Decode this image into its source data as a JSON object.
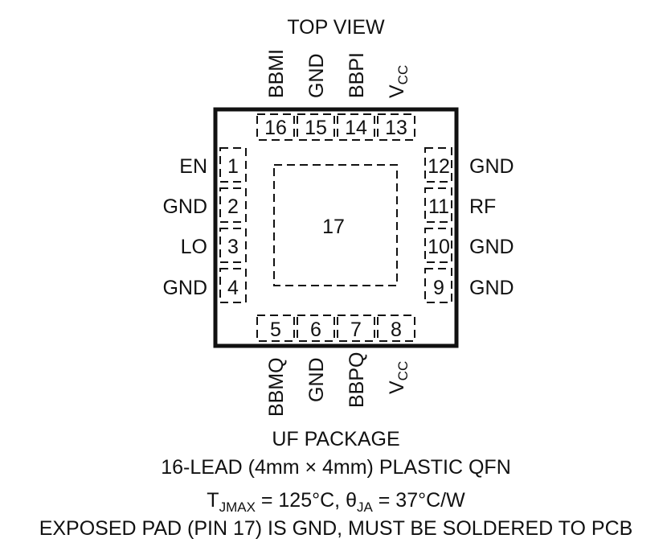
{
  "title": "TOP VIEW",
  "pins": {
    "left": [
      {
        "num": "1",
        "name": "EN"
      },
      {
        "num": "2",
        "name": "GND"
      },
      {
        "num": "3",
        "name": "LO"
      },
      {
        "num": "4",
        "name": "GND"
      }
    ],
    "right": [
      {
        "num": "12",
        "name": "GND"
      },
      {
        "num": "11",
        "name": "RF"
      },
      {
        "num": "10",
        "name": "GND"
      },
      {
        "num": "9",
        "name": "GND"
      }
    ],
    "top": [
      {
        "num": "16",
        "name": "BBMI"
      },
      {
        "num": "15",
        "name": "GND"
      },
      {
        "num": "14",
        "name": "BBPI"
      },
      {
        "num": "13",
        "name": "V",
        "sub": "CC"
      }
    ],
    "bottom": [
      {
        "num": "5",
        "name": "BBMQ"
      },
      {
        "num": "6",
        "name": "GND"
      },
      {
        "num": "7",
        "name": "BBPQ"
      },
      {
        "num": "8",
        "name": "V",
        "sub": "CC"
      }
    ]
  },
  "exposed_pad": "17",
  "package": {
    "line1": "UF PACKAGE",
    "line2": "16-LEAD (4mm × 4mm) PLASTIC QFN",
    "thermal": {
      "t": "T",
      "t_sub": "JMAX",
      "t_rest": " = 125°C, ",
      "theta": "θ",
      "theta_sub": "JA",
      "theta_rest": " = 37°C/W"
    },
    "note": "EXPOSED PAD (PIN 17) IS GND, MUST BE SOLDERED TO PCB"
  }
}
